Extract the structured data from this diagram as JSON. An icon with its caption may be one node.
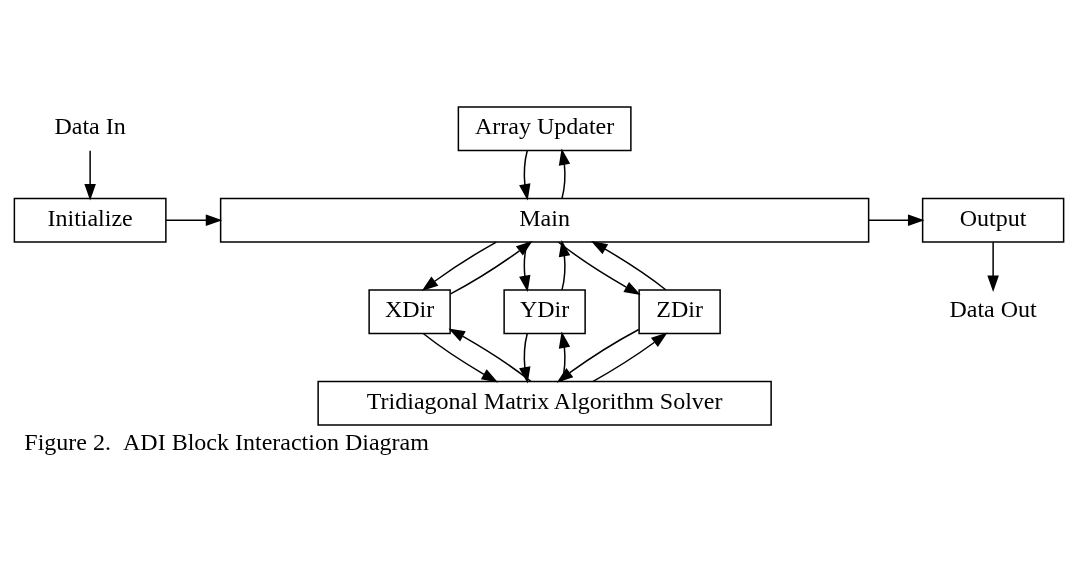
{
  "diagram": {
    "caption": "Figure 2.  ADI Block Interaction Diagram",
    "nodes": [
      {
        "text": [
          "Data In"
        ]
      },
      {
        "text": [
          "Initialize"
        ]
      },
      {
        "text": [
          "Array Updater"
        ]
      },
      {
        "text": [
          "Main"
        ]
      },
      {
        "text": [
          "Output"
        ]
      },
      {
        "text": [
          "XDir"
        ]
      },
      {
        "text": [
          "YDir"
        ]
      },
      {
        "text": [
          "ZDir"
        ]
      },
      {
        "text": [
          "Tridiagonal Matrix Algorithm Solver"
        ]
      },
      {
        "text": [
          "Data Out"
        ]
      }
    ],
    "edges": [
      {
        "from": 0,
        "to": 1,
        "arrow": "to"
      },
      {
        "from": 1,
        "to": 3,
        "arrow": "to"
      },
      {
        "from": 2,
        "to": 3,
        "arrow": "to"
      },
      {
        "from": 3,
        "to": 2,
        "arrow": "to"
      },
      {
        "from": 3,
        "to": 4,
        "arrow": "to"
      },
      {
        "from": 4,
        "to": 9,
        "arrow": "to"
      },
      {
        "from": 3,
        "to": 5,
        "arrow": "to"
      },
      {
        "from": 5,
        "to": 3,
        "arrow": "to"
      },
      {
        "from": 3,
        "to": 6,
        "arrow": "to"
      },
      {
        "from": 6,
        "to": 3,
        "arrow": "to"
      },
      {
        "from": 3,
        "to": 7,
        "arrow": "to"
      },
      {
        "from": 7,
        "to": 3,
        "arrow": "to"
      },
      {
        "from": 5,
        "to": 8,
        "arrow": "to"
      },
      {
        "from": 8,
        "to": 5,
        "arrow": "to"
      },
      {
        "from": 6,
        "to": 8,
        "arrow": "to"
      },
      {
        "from": 8,
        "to": 6,
        "arrow": "to"
      },
      {
        "from": 7,
        "to": 8,
        "arrow": "to"
      },
      {
        "from": 8,
        "to": 7,
        "arrow": "to"
      }
    ]
  }
}
